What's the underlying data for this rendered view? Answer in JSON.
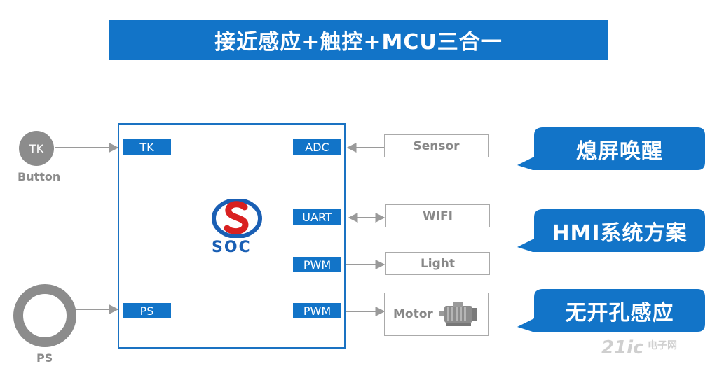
{
  "title": "接近感应+触控+MCU三合一",
  "chip": {
    "logo_text": "SOC",
    "pins": {
      "tk": "TK",
      "adc": "ADC",
      "uart": "UART",
      "pwm1": "PWM",
      "ps": "PS",
      "pwm2": "PWM"
    }
  },
  "inputs": {
    "tk_circle": "TK",
    "tk_caption": "Button",
    "ps_caption": "PS"
  },
  "peripherals": {
    "sensor": "Sensor",
    "wifi": "WIFI",
    "light": "Light",
    "motor": "Motor"
  },
  "callouts": [
    "熄屏唤醒",
    "HMI系统方案",
    "无开孔感应"
  ],
  "watermark": {
    "main": "21ic",
    "side": "电子网"
  },
  "colors": {
    "accent": "#1274c8",
    "gray": "#8c8c8c",
    "logo_red": "#d92020"
  }
}
